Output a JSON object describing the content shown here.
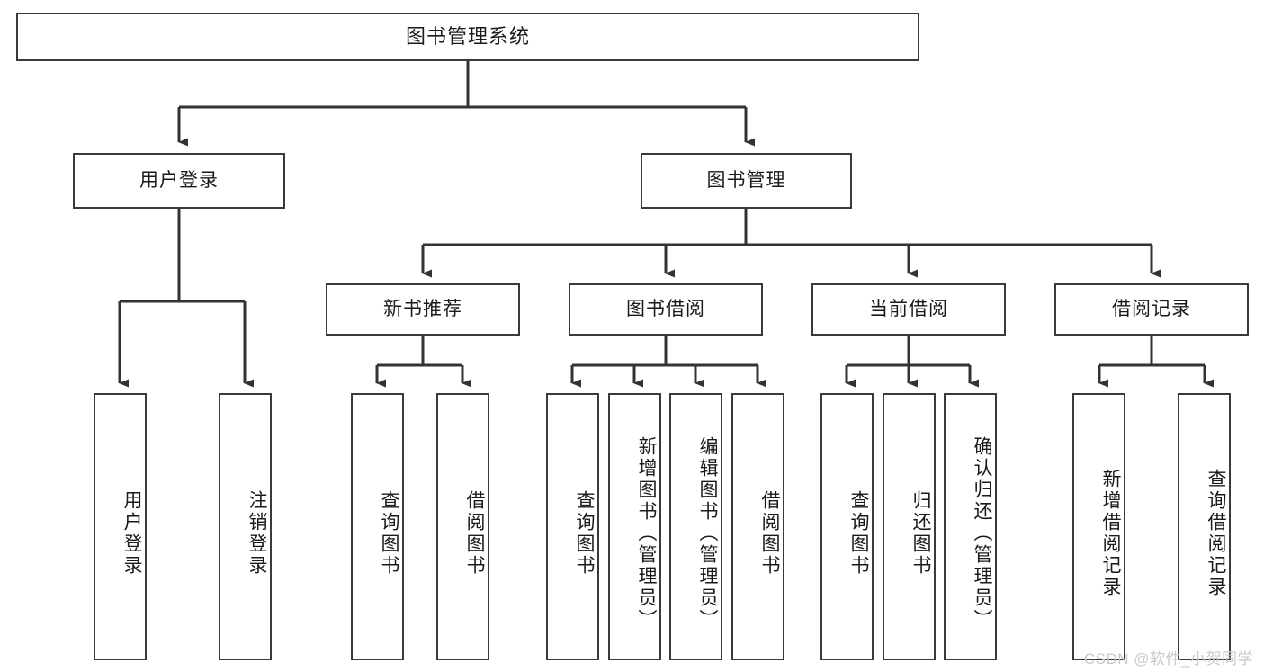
{
  "diagram": {
    "type": "tree-hierarchy-chart",
    "title_node": {
      "id": "root",
      "label": "图书管理系统"
    },
    "level2": [
      {
        "id": "user-login",
        "label": "用户登录"
      },
      {
        "id": "book-manage",
        "label": "图书管理"
      }
    ],
    "level3": [
      {
        "id": "new-book-rec",
        "label": "新书推荐",
        "parent": "book-manage"
      },
      {
        "id": "book-borrow",
        "label": "图书借阅",
        "parent": "book-manage"
      },
      {
        "id": "current-borrow",
        "label": "当前借阅",
        "parent": "book-manage"
      },
      {
        "id": "borrow-record",
        "label": "借阅记录",
        "parent": "book-manage"
      }
    ],
    "leaves": [
      {
        "id": "leaf-user-login",
        "label": "用户登录",
        "parent": "user-login"
      },
      {
        "id": "leaf-user-logout",
        "label": "注销登录",
        "parent": "user-login"
      },
      {
        "id": "leaf-query-book-1",
        "label": "查询图书",
        "parent": "new-book-rec"
      },
      {
        "id": "leaf-borrow-book-1",
        "label": "借阅图书",
        "parent": "new-book-rec"
      },
      {
        "id": "leaf-query-book-2",
        "label": "查询图书",
        "parent": "book-borrow"
      },
      {
        "id": "leaf-add-book",
        "label": "新增图书（管理员）",
        "parent": "book-borrow"
      },
      {
        "id": "leaf-edit-book",
        "label": "编辑图书（管理员）",
        "parent": "book-borrow"
      },
      {
        "id": "leaf-borrow-book-2",
        "label": "借阅图书",
        "parent": "book-borrow"
      },
      {
        "id": "leaf-query-book-3",
        "label": "查询图书",
        "parent": "current-borrow"
      },
      {
        "id": "leaf-return-book",
        "label": "归还图书",
        "parent": "current-borrow"
      },
      {
        "id": "leaf-confirm-return",
        "label": "确认归还（管理员）",
        "parent": "current-borrow"
      },
      {
        "id": "leaf-add-record",
        "label": "新增借阅记录",
        "parent": "borrow-record"
      },
      {
        "id": "leaf-query-record",
        "label": "查询借阅记录",
        "parent": "borrow-record"
      }
    ],
    "colors": {
      "box_border": "#3a3a3a",
      "box_fill": "#ffffff",
      "connector": "#333333",
      "text": "#1a1a1a",
      "watermark": "#c9c9c9",
      "background": "#ffffff"
    }
  },
  "watermark": {
    "text": "CSDN @软件_小贺同学"
  }
}
